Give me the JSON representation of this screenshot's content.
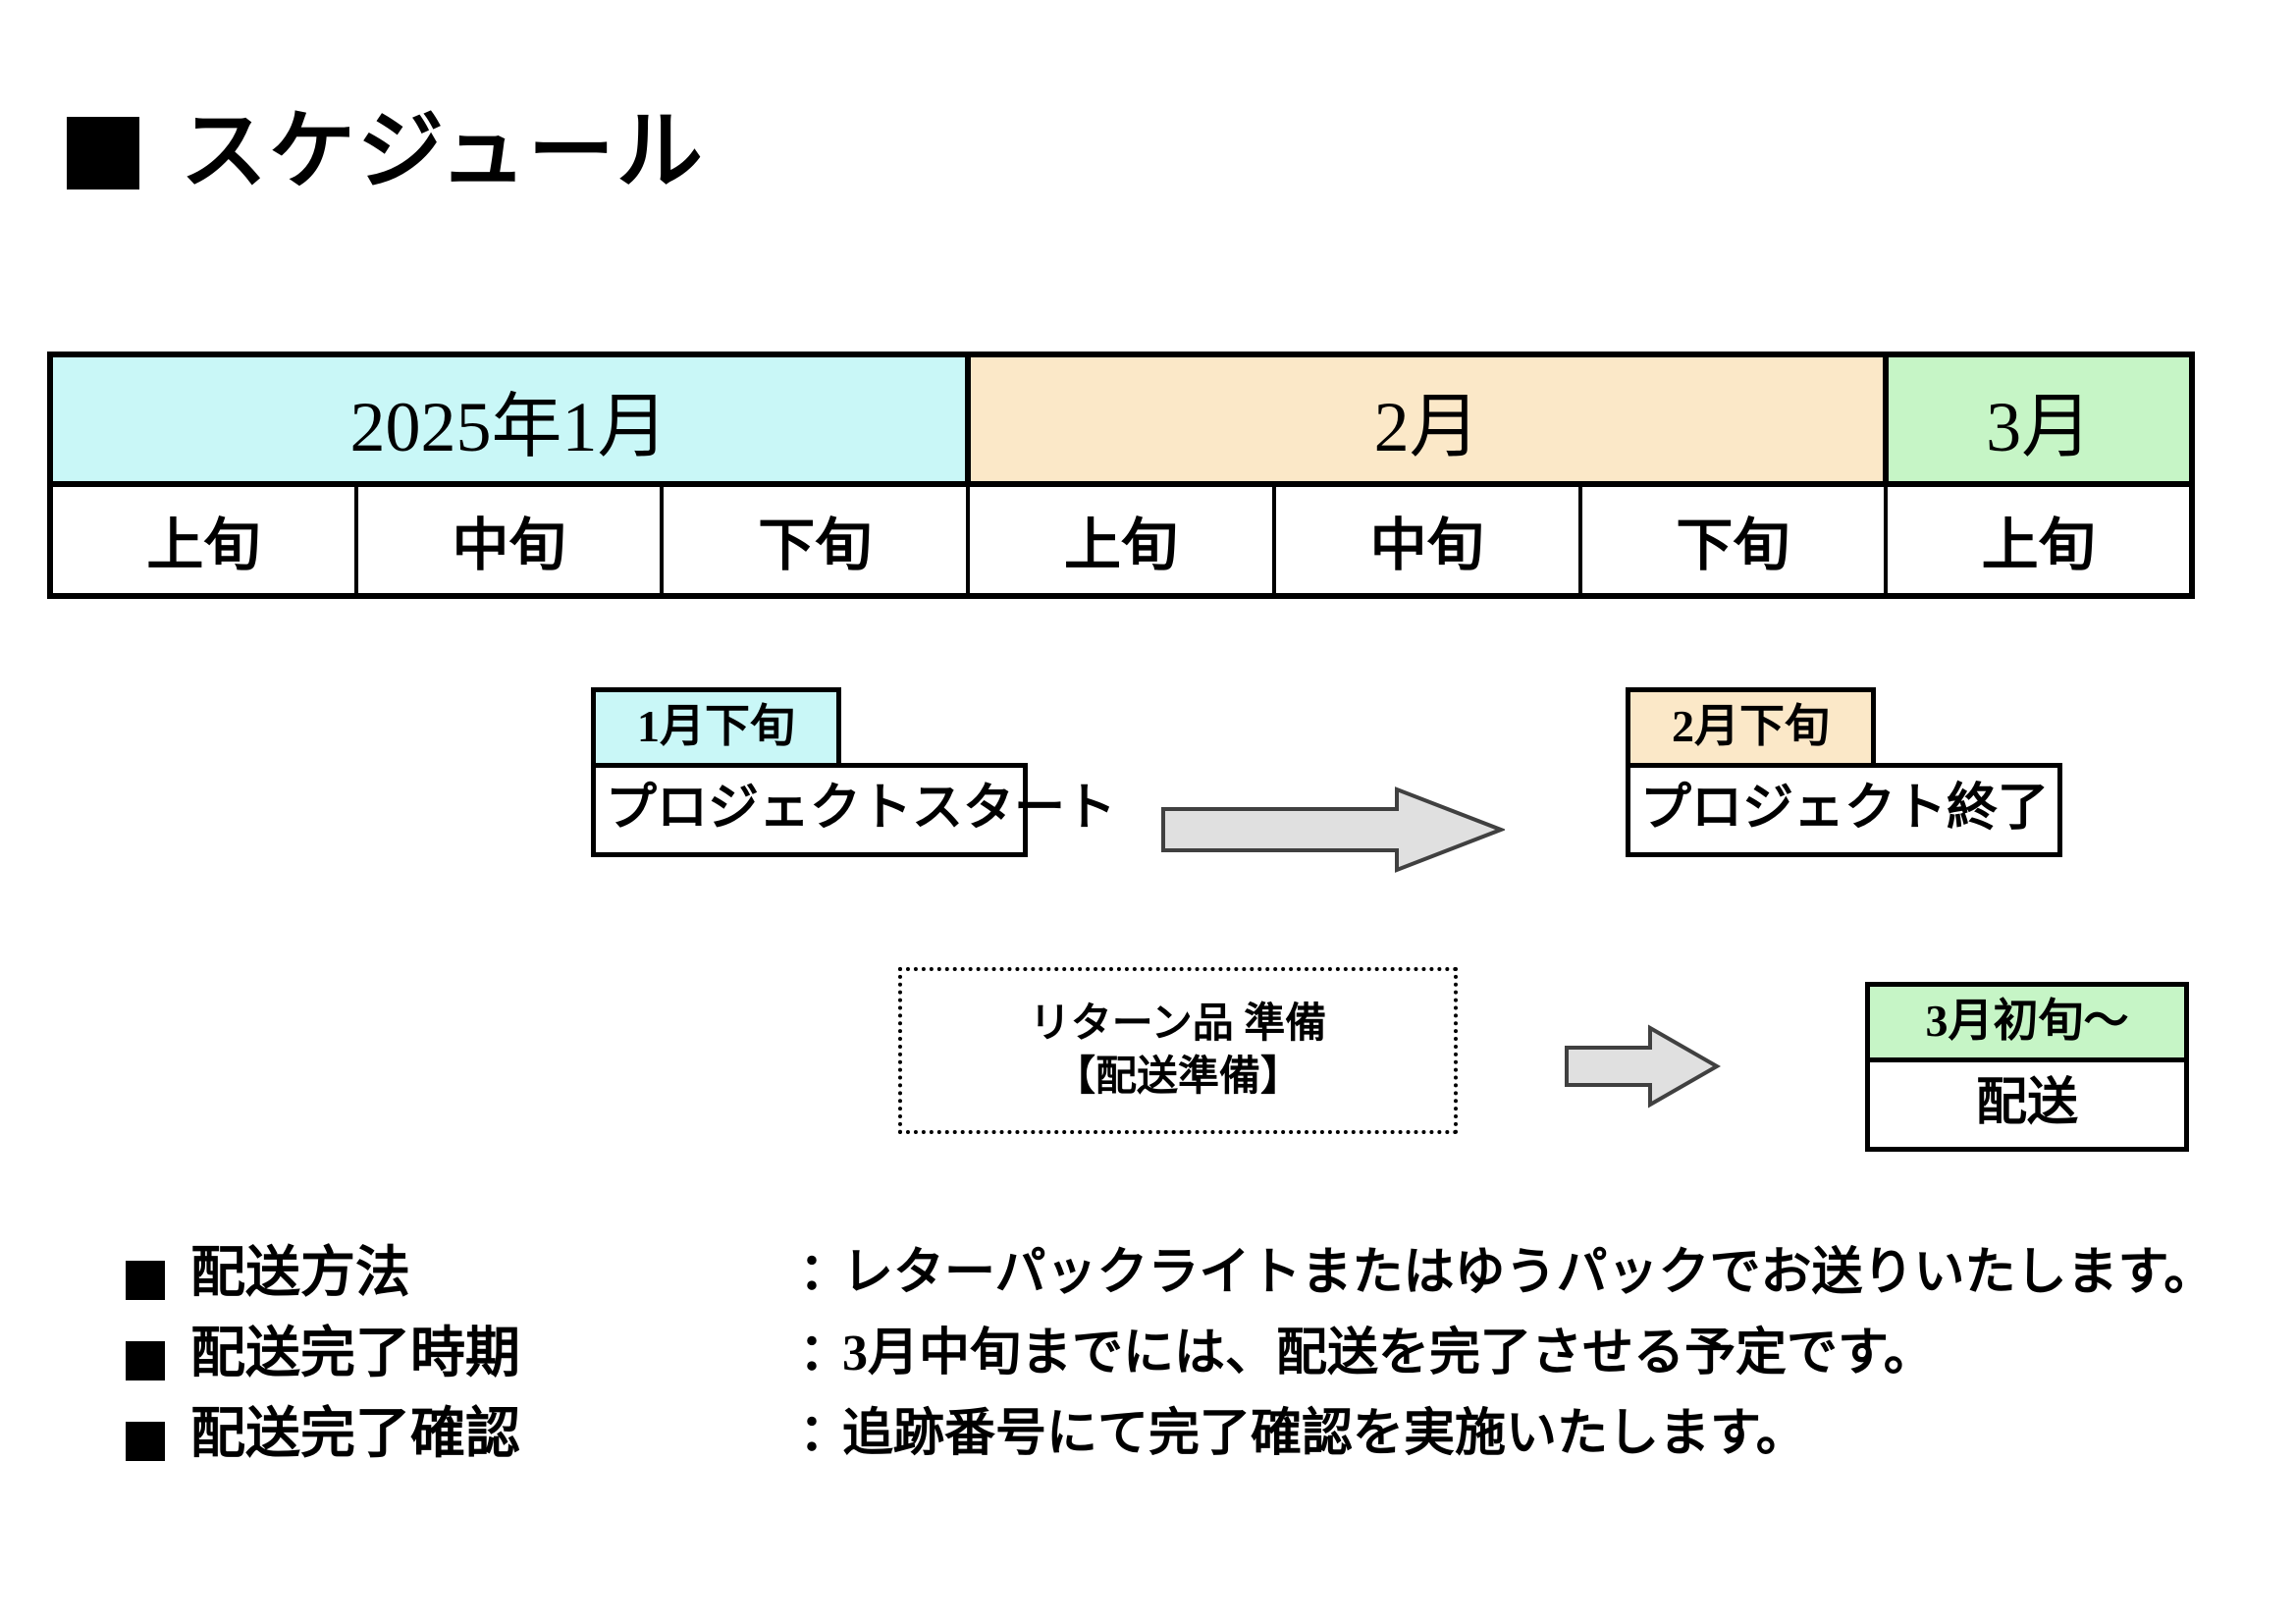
{
  "title": {
    "bullet": "square-bullet",
    "text": "スケジュール"
  },
  "colors": {
    "jan": "#c9f7f7",
    "feb": "#fbe8c8",
    "mar": "#c6f5c6",
    "border": "#000000",
    "arrow_fill": "#e0e0e0",
    "arrow_stroke": "#404040",
    "white": "#ffffff"
  },
  "timeline": {
    "months": [
      {
        "label": "2025年1月",
        "span": 3,
        "color": "#c9f7f7"
      },
      {
        "label": "2月",
        "span": 3,
        "color": "#fbe8c8"
      },
      {
        "label": "3月",
        "span": 1,
        "color": "#c6f5c6"
      }
    ],
    "tens": [
      {
        "label": "上旬"
      },
      {
        "label": "中旬"
      },
      {
        "label": "下旬"
      },
      {
        "label": "上旬"
      },
      {
        "label": "中旬"
      },
      {
        "label": "下旬"
      },
      {
        "label": "上旬"
      }
    ]
  },
  "milestones": {
    "start": {
      "period": "1月下旬",
      "period_color": "#c9f7f7",
      "name": "プロジェクトスタート"
    },
    "end": {
      "period": "2月下旬",
      "period_color": "#fbe8c8",
      "name": "プロジェクト終了"
    },
    "shipping": {
      "period": "3月初旬～",
      "period_color": "#c6f5c6",
      "name": "配送"
    }
  },
  "prep_box": {
    "line1": "リターン品 準備",
    "line2": "【配送準備】"
  },
  "arrows": {
    "big": "right-arrow-icon",
    "small": "right-arrow-icon"
  },
  "legend": {
    "separator": "：",
    "rows": [
      {
        "label": "配送方法",
        "value": "レターパックライトまたはゆうパックでお送りいたします。"
      },
      {
        "label": "配送完了時期",
        "value": "3月中旬までには、配送を完了させる予定です。"
      },
      {
        "label": "配送完了確認",
        "value": "追跡番号にて完了確認を実施いたします。"
      }
    ]
  }
}
